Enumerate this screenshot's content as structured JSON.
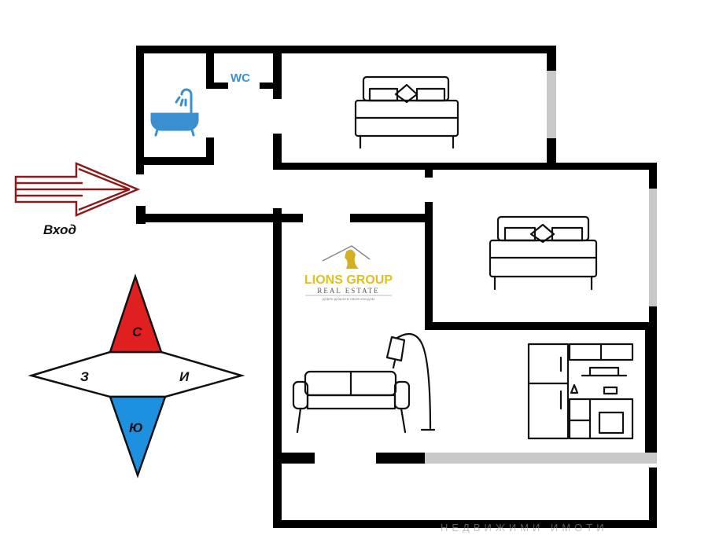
{
  "labels": {
    "entrance": "Вход",
    "wc": "WC"
  },
  "compass": {
    "north": "С",
    "south": "Ю",
    "east": "И",
    "west": "З",
    "north_color": "#e02020",
    "south_color": "#1e90e0"
  },
  "logo": {
    "name": "LIONS GROUP",
    "subtitle": "REAL ESTATE",
    "tagline": "ДОБРЕ ДОШЛИ В СВОЯ НОВ ДОМ"
  },
  "watermark": "НЕДВИЖИМИ ИМОТИ",
  "colors": {
    "wall": "#000000",
    "window": "#c8c8c8",
    "arrow": "#8b1a1a",
    "wc_icon": "#3a8fd0",
    "logo_gold": "#e0c020"
  }
}
